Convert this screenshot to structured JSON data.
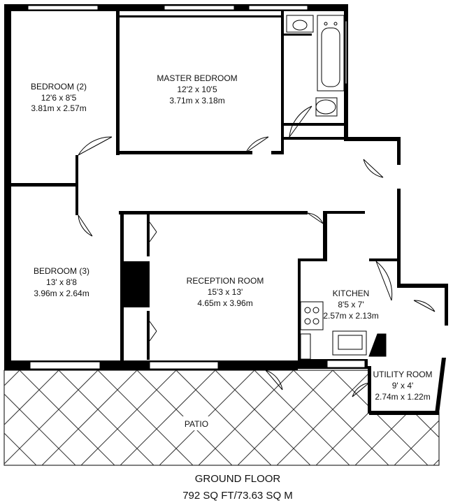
{
  "rooms": {
    "bedroom2": {
      "name": "BEDROOM (2)",
      "dim_imperial": "12'6 x 8'5",
      "dim_metric": "3.81m x 2.57m"
    },
    "master_bedroom": {
      "name": "MASTER BEDROOM",
      "dim_imperial": "12'2 x 10'5",
      "dim_metric": "3.71m x 3.18m"
    },
    "bedroom3": {
      "name": "BEDROOM (3)",
      "dim_imperial": "13' x 8'8",
      "dim_metric": "3.96m x 2.64m"
    },
    "reception": {
      "name": "RECEPTION ROOM",
      "dim_imperial": "15'3 x 13'",
      "dim_metric": "4.65m x 3.96m"
    },
    "kitchen": {
      "name": "KITCHEN",
      "dim_imperial": "8'5 x 7'",
      "dim_metric": "2.57m x 2.13m"
    },
    "utility": {
      "name": "UTILITY ROOM",
      "dim_imperial": "9' x 4'",
      "dim_metric": "2.74m x 1.22m"
    },
    "patio": {
      "name": "PATIO"
    }
  },
  "footer": {
    "floor": "GROUND FLOOR",
    "area": "792 SQ FT/73.63 SQ M"
  }
}
